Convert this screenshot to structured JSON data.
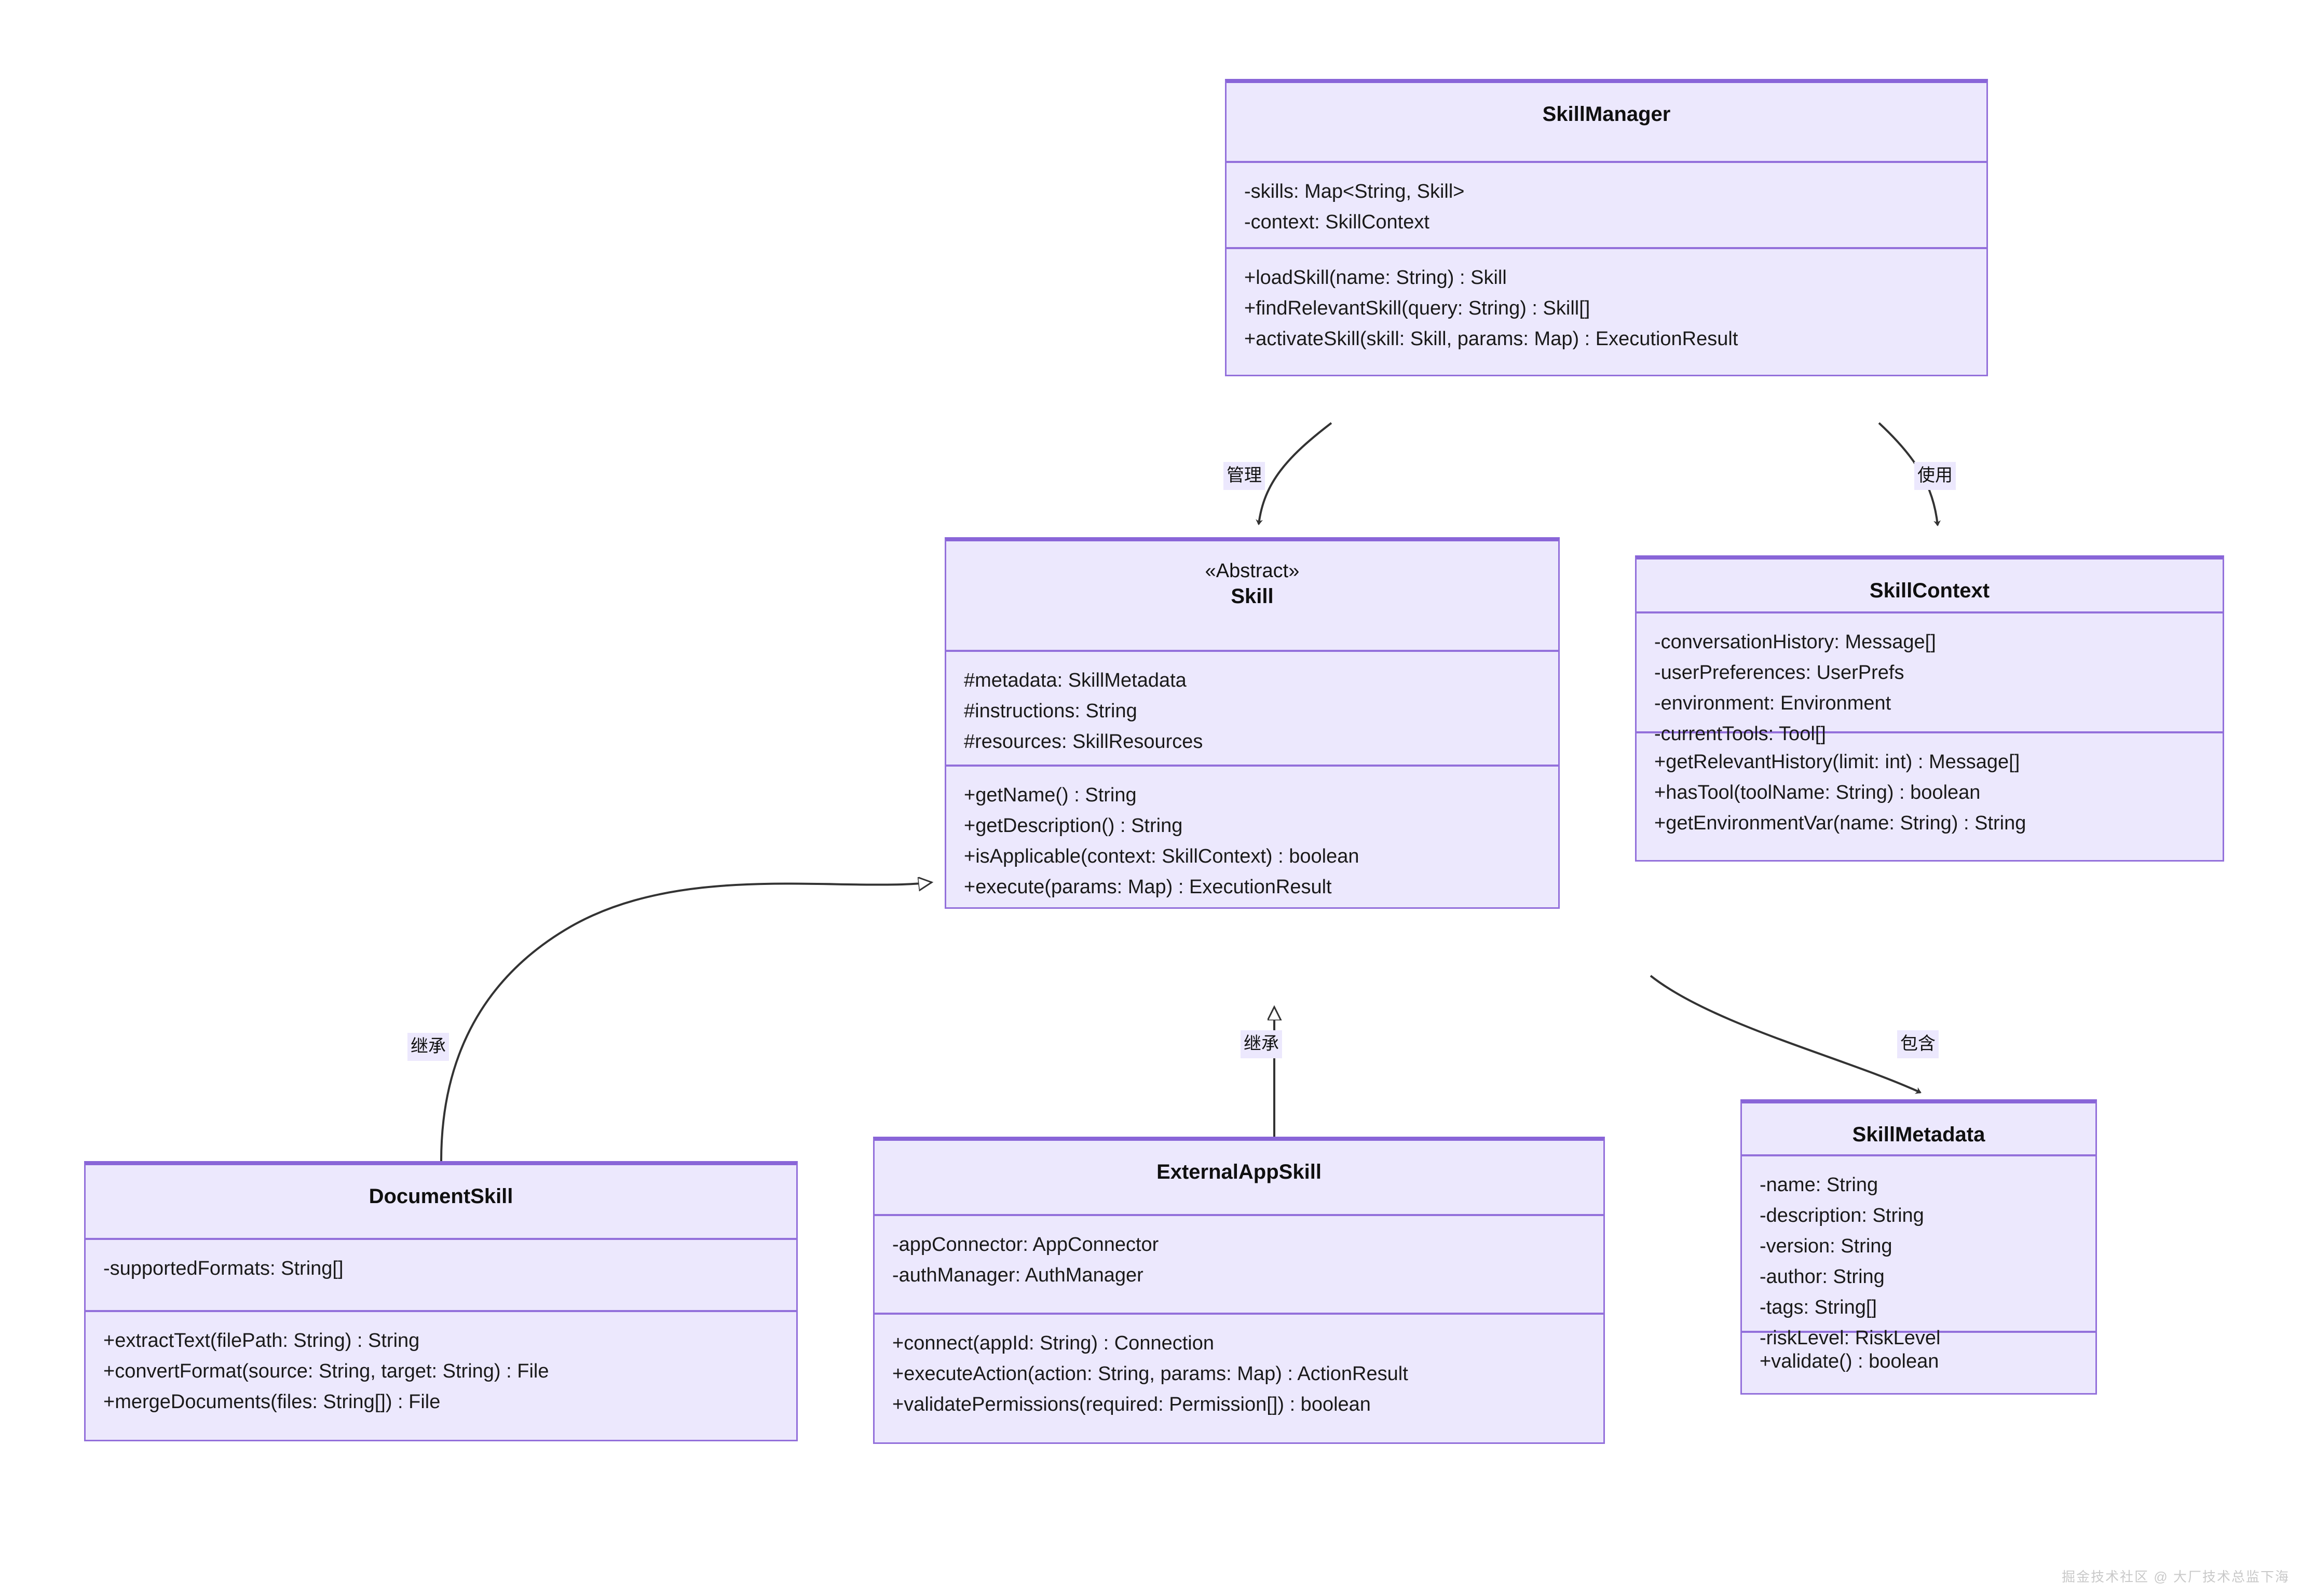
{
  "diagram": {
    "type": "uml-class-diagram",
    "background": "#ffffff",
    "box_fill": "#ECE8FD",
    "box_border": "#9370DB",
    "box_header_border": "#8965D8",
    "edge_color": "#333333",
    "watermark": "掘金技术社区 @ 大厂技术总监下海"
  },
  "classes": {
    "skill_manager": {
      "name": "SkillManager",
      "attributes": [
        "-skills: Map<String, Skill>",
        "-context: SkillContext"
      ],
      "methods": [
        "+loadSkill(name: String) : Skill",
        "+findRelevantSkill(query: String) : Skill[]",
        "+activateSkill(skill: Skill, params: Map) : ExecutionResult"
      ]
    },
    "skill": {
      "stereotype": "«Abstract»",
      "name": "Skill",
      "attributes": [
        "#metadata: SkillMetadata",
        "#instructions: String",
        "#resources: SkillResources"
      ],
      "methods": [
        "+getName() : String",
        "+getDescription() : String",
        "+isApplicable(context: SkillContext) : boolean",
        "+execute(params: Map) : ExecutionResult"
      ]
    },
    "skill_context": {
      "name": "SkillContext",
      "attributes": [
        "-conversationHistory: Message[]",
        "-userPreferences: UserPrefs",
        "-environment: Environment",
        "-currentTools: Tool[]"
      ],
      "methods": [
        "+getRelevantHistory(limit: int) : Message[]",
        "+hasTool(toolName: String) : boolean",
        "+getEnvironmentVar(name: String) : String"
      ]
    },
    "document_skill": {
      "name": "DocumentSkill",
      "attributes": [
        "-supportedFormats: String[]"
      ],
      "methods": [
        "+extractText(filePath: String) : String",
        "+convertFormat(source: String, target: String) : File",
        "+mergeDocuments(files: String[]) : File"
      ]
    },
    "external_app_skill": {
      "name": "ExternalAppSkill",
      "attributes": [
        "-appConnector: AppConnector",
        "-authManager: AuthManager"
      ],
      "methods": [
        "+connect(appId: String) : Connection",
        "+executeAction(action: String, params: Map) : ActionResult",
        "+validatePermissions(required: Permission[]) : boolean"
      ]
    },
    "skill_metadata": {
      "name": "SkillMetadata",
      "attributes": [
        "-name: String",
        "-description: String",
        "-version: String",
        "-author: String",
        "-tags: String[]",
        "-riskLevel: RiskLevel"
      ],
      "methods": [
        "+validate() : boolean"
      ]
    }
  },
  "edges": [
    {
      "id": "manage",
      "label": "管理",
      "from": "SkillManager",
      "to": "Skill",
      "arrow": "open"
    },
    {
      "id": "use",
      "label": "使用",
      "from": "SkillManager",
      "to": "SkillContext",
      "arrow": "open"
    },
    {
      "id": "inherit-doc",
      "label": "继承",
      "from": "DocumentSkill",
      "to": "Skill",
      "arrow": "hollow-triangle"
    },
    {
      "id": "inherit-extapp",
      "label": "继承",
      "from": "ExternalAppSkill",
      "to": "Skill",
      "arrow": "hollow-triangle"
    },
    {
      "id": "contains",
      "label": "包含",
      "from": "SkillContext",
      "to": "SkillMetadata",
      "arrow": "open"
    }
  ]
}
